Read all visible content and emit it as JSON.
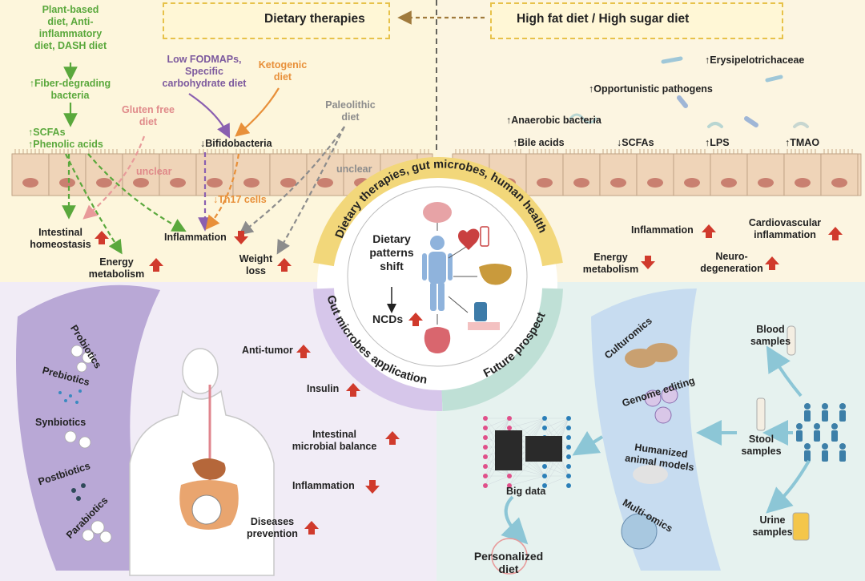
{
  "colors": {
    "top_left_bg": "#fdf6dc",
    "top_right_bg": "#fcf5e1",
    "bottom_left_bg": "#f1ecf6",
    "bottom_right_bg": "#e6f2ef",
    "green": "#5aa83c",
    "up_arrow": "#d03a2c"
  },
  "banners": {
    "left": "Dietary therapies",
    "right": "High fat diet / High sugar diet"
  },
  "top_left": {
    "plant_based": [
      "Plant-based",
      "diet, Anti-",
      "inflammatory",
      "diet, DASH diet"
    ],
    "fiber": [
      "↑Fiber-degrading",
      "bacteria"
    ],
    "scfas": [
      "↑SCFAs",
      "↑Phenolic acids"
    ],
    "low_fodmap": [
      "Low FODMAPs,",
      "Specific",
      "carbohydrate diet"
    ],
    "ketogenic": [
      "Ketogenic",
      "diet"
    ],
    "gluten": [
      "Gluten free",
      "diet"
    ],
    "paleolithic": [
      "Paleolithic",
      "diet"
    ],
    "bifido": "↓Bifidobacteria",
    "unclear1": "unclear",
    "unclear2": "unclear",
    "th17": "↓Th17 cells",
    "homeostasis": [
      "Intestinal",
      "homeostasis"
    ],
    "energy": [
      "Energy",
      "metabolism"
    ],
    "inflammation": "Inflammation",
    "weight": [
      "Weight",
      "loss"
    ]
  },
  "top_right": {
    "erysipelo": "↑Erysipelotrichaceae",
    "opportunistic": "↑Opportunistic pathogens",
    "anaerobic": "↑Anaerobic bacteria",
    "bile": "↑Bile acids",
    "scfas": "↓SCFAs",
    "lps": "↑LPS",
    "tmao": "↑TMAO",
    "inflammation": "Inflammation",
    "cardio": [
      "Cardiovascular",
      "inflammation"
    ],
    "energy": [
      "Energy",
      "metabolism"
    ],
    "neuro": [
      "Neuro-",
      "degeneration"
    ]
  },
  "center": {
    "arc_top": "Dietary therapies, gut microbes, human health",
    "arc_left": "Gut microbes application",
    "arc_right": "Future prospect",
    "shift": [
      "Dietary",
      "patterns",
      "shift"
    ],
    "ncds": "NCDs"
  },
  "bottom_left": {
    "biotics": [
      "Probiotics",
      "Prebiotics",
      "Synbiotics",
      "Postbiotics",
      "Parabiotics"
    ],
    "anti_tumor": "Anti-tumor",
    "insulin": "Insulin",
    "balance": [
      "Intestinal",
      "microbial balance"
    ],
    "inflammation": "Inflammation",
    "diseases": [
      "Diseases",
      "prevention"
    ]
  },
  "bottom_right": {
    "methods": [
      "Culturomics",
      "Genome editing",
      "Humanized animal models",
      "Multi-omics"
    ],
    "humanized": [
      "Humanized",
      "animal models"
    ],
    "blood": [
      "Blood",
      "samples"
    ],
    "stool": [
      "Stool",
      "samples"
    ],
    "urine": [
      "Urine",
      "samples"
    ],
    "big_data": "Big data",
    "personalized": [
      "Personalized",
      "diet"
    ]
  }
}
